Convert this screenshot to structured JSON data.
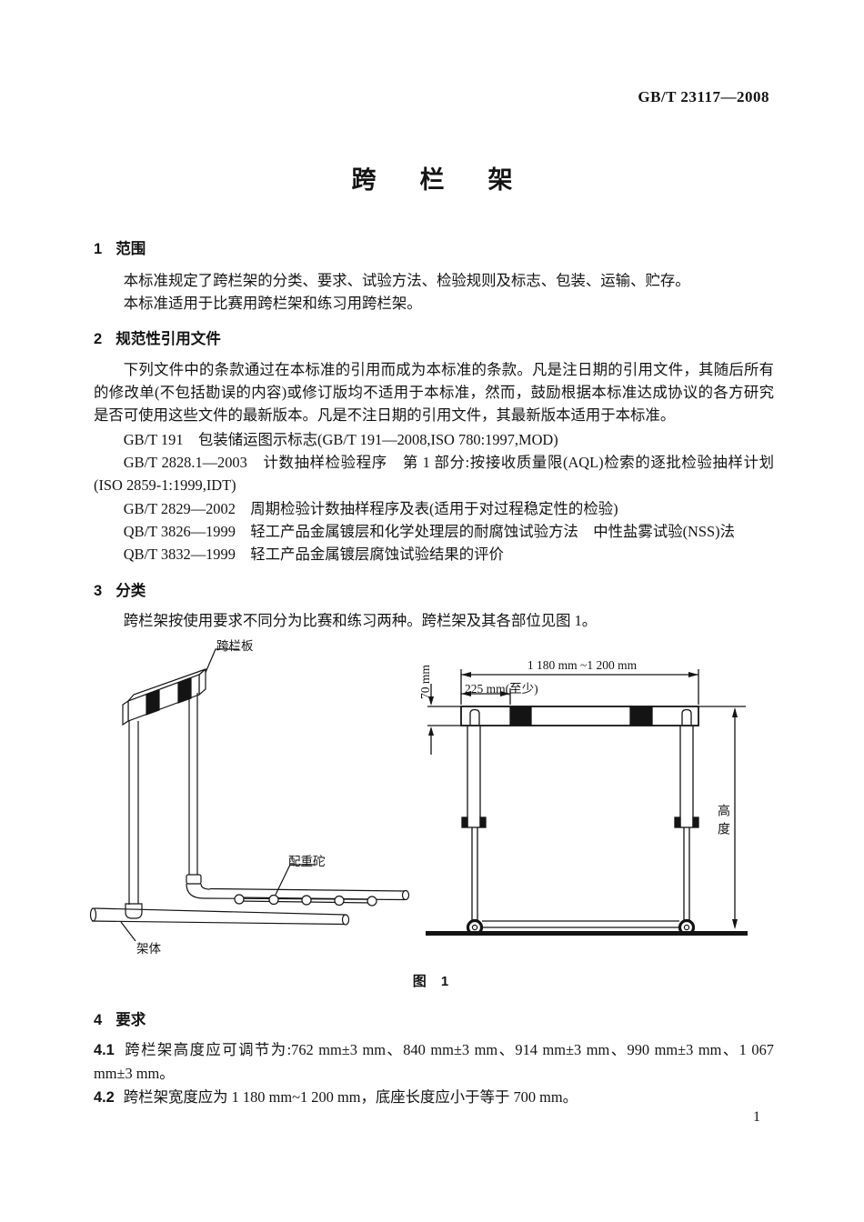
{
  "header": {
    "doc_code": "GB/T 23117—2008"
  },
  "title": {
    "text": "跨栏架"
  },
  "s1": {
    "num": "1",
    "heading": "范围",
    "p1": "本标准规定了跨栏架的分类、要求、试验方法、检验规则及标志、包装、运输、贮存。",
    "p2": "本标准适用于比赛用跨栏架和练习用跨栏架。"
  },
  "s2": {
    "num": "2",
    "heading": "规范性引用文件",
    "intro": "下列文件中的条款通过在本标准的引用而成为本标准的条款。凡是注日期的引用文件，其随后所有的修改单(不包括勘误的内容)或修订版均不适用于本标准，然而，鼓励根据本标准达成协议的各方研究是否可使用这些文件的最新版本。凡是不注日期的引用文件，其最新版本适用于本标准。",
    "refs": [
      "GB/T 191　包装储运图示标志(GB/T 191—2008,ISO 780:1997,MOD)",
      "GB/T 2828.1—2003　计数抽样检验程序　第 1 部分:按接收质量限(AQL)检索的逐批检验抽样计划(ISO 2859-1:1999,IDT)",
      "GB/T 2829—2002　周期检验计数抽样程序及表(适用于对过程稳定性的检验)",
      "QB/T 3826—1999　轻工产品金属镀层和化学处理层的耐腐蚀试验方法　中性盐雾试验(NSS)法",
      "QB/T 3832—1999　轻工产品金属镀层腐蚀试验结果的评价"
    ]
  },
  "s3": {
    "num": "3",
    "heading": "分类",
    "p1": "跨栏架按使用要求不同分为比赛和练习两种。跨栏架及其各部位见图 1。"
  },
  "figure": {
    "caption": "图 1",
    "label_board": "跨栏板",
    "label_weight": "配重砣",
    "label_frame": "架体",
    "dim_width": "1 180 mm ~1 200 mm",
    "dim_min": "225 mm(至少)",
    "dim_board_height": "70 mm",
    "dim_height": "高度"
  },
  "s4": {
    "num": "4",
    "heading": "要求",
    "items": [
      {
        "num": "4.1",
        "text": "跨栏架高度应可调节为:762 mm±3 mm、840 mm±3 mm、914 mm±3 mm、990 mm±3 mm、1 067 mm±3 mm。"
      },
      {
        "num": "4.2",
        "text": "跨栏架宽度应为 1 180 mm~1 200 mm，底座长度应小于等于 700 mm。"
      }
    ]
  },
  "page": {
    "number": "1"
  }
}
